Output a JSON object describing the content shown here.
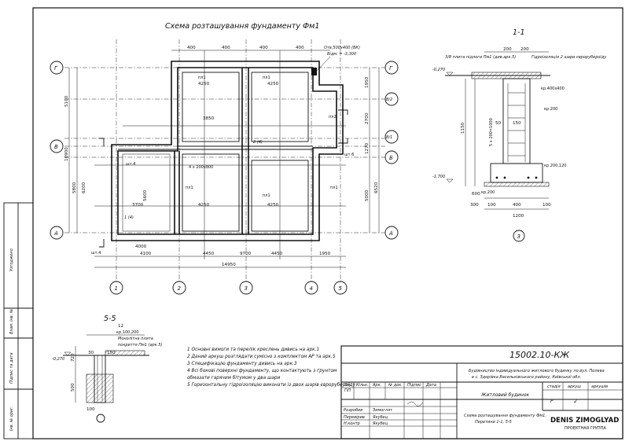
{
  "drawing": {
    "plan_title": "Схема розташування фундаменту Фм1",
    "section_1": "1-1",
    "section_5": "5-5",
    "axes_h": [
      "1",
      "2",
      "3",
      "4",
      "5"
    ],
    "axes_v": [
      "Г",
      "В/2",
      "В/1",
      "В",
      "Б",
      "А"
    ],
    "dims_bottom_1": [
      "4100",
      "4450",
      "9700",
      "4450",
      "1950"
    ],
    "dims_bottom_2": [
      "4000",
      "14950"
    ],
    "dims_left": [
      "5100",
      "10900",
      "5800",
      "6200"
    ],
    "dims_right": [
      "1950",
      "2700",
      "1270",
      "5000",
      "6520"
    ],
    "top_dims": [
      "400",
      "400",
      "400",
      "400"
    ],
    "room_dims": [
      "4250",
      "3850",
      "4250",
      "4250",
      "3700",
      "5600"
    ],
    "opening_label": "Отв.500х400 (ВК)",
    "opening_level": "Відм. = -3,300",
    "mark_pn1": "пл1",
    "mark_pn2": "пл2",
    "mark_sh4": "шт.4",
    "mark_sh6": "шт.6",
    "mark_kr": "4 х 200х800",
    "sec_label_1": "1 (4)",
    "sec_label_2": "2 (4)",
    "sec_3": "3",
    "sec_1_1_labels": {
      "slab": "3/8 плита підлоги Пм1 (див.арк.5)",
      "waterproof": "Гідроізоляція 2 шари єврорубероїду",
      "lvl_top": "-0,270",
      "lvl_bottom": "-1,700",
      "kr1": "кр.400х400",
      "kr2": "кр.200",
      "kr3": "кр.200,120",
      "kr4": "кр.200",
      "rebar": "5 х 200=1000",
      "d_1150": "1150",
      "d_200a": "200",
      "d_200b": "200",
      "d_600": "600",
      "d_400": "400",
      "d_100a": "100",
      "d_100b": "100",
      "d_300": "300",
      "d_1200": "1200",
      "d_50": "50",
      "d_150": "150"
    },
    "sec_5_5_labels": {
      "mono": "Монолітна плита",
      "mono2": "покриття Пм1 (арк.5)",
      "kr": "кр.100,200",
      "lvl": "-0,270",
      "d_12": "12",
      "d_720": "720",
      "d_500": "500",
      "d_30": "30",
      "d_150": "150",
      "d_100": "100"
    },
    "notes": [
      "1  Основні вимоги та перелік креслень дивись на арк.1",
      "2  Даний аркуш розглядати сумісно з комплектом АР та арк.5",
      "3  Специфікацію фундаменту дивись на арк.3",
      "4  Всі бокові поверхні фундаменту, що контактують з ґрунтом",
      "    обмазати гарячим бітумом у два шари",
      "5  Горизонтальну гідроізоляцію виконати із двох шарів єврорубероїду"
    ]
  },
  "side_stamp": [
    "Узгоджено",
    "Інв. № ориг.",
    "Підпис та дата",
    "Взам. інв. №"
  ],
  "title_block": {
    "code": "15002.10-КЖ",
    "project": "Будівництво індивідуального житлового будинку по вул. Полева",
    "project2": "в с. Здорівка Васильківського району, Київської обл.",
    "object": "Житловий будинок",
    "sheet_title": "Схема розташування фундаменту Фм1.",
    "sheet_title2": "Перетини 1-1, 5-5",
    "head": [
      "Зм.",
      "Кільк.",
      "Арк.",
      "№ док.",
      "Підпис",
      "Дата"
    ],
    "gip": "ГІП",
    "roles": [
      "Розробив",
      "Перевірив",
      "Н.контр"
    ],
    "names": [
      "Зимоглят",
      "Якубец",
      "Якубец"
    ],
    "stage_h": [
      "стадія",
      "аркуш",
      "аркушів"
    ],
    "stage_v": [
      "Р",
      "2",
      ""
    ],
    "company": "DENIS ZIMOGLYAD",
    "company_sub": "ПРОЕКТНАЯ ГРУППА"
  }
}
